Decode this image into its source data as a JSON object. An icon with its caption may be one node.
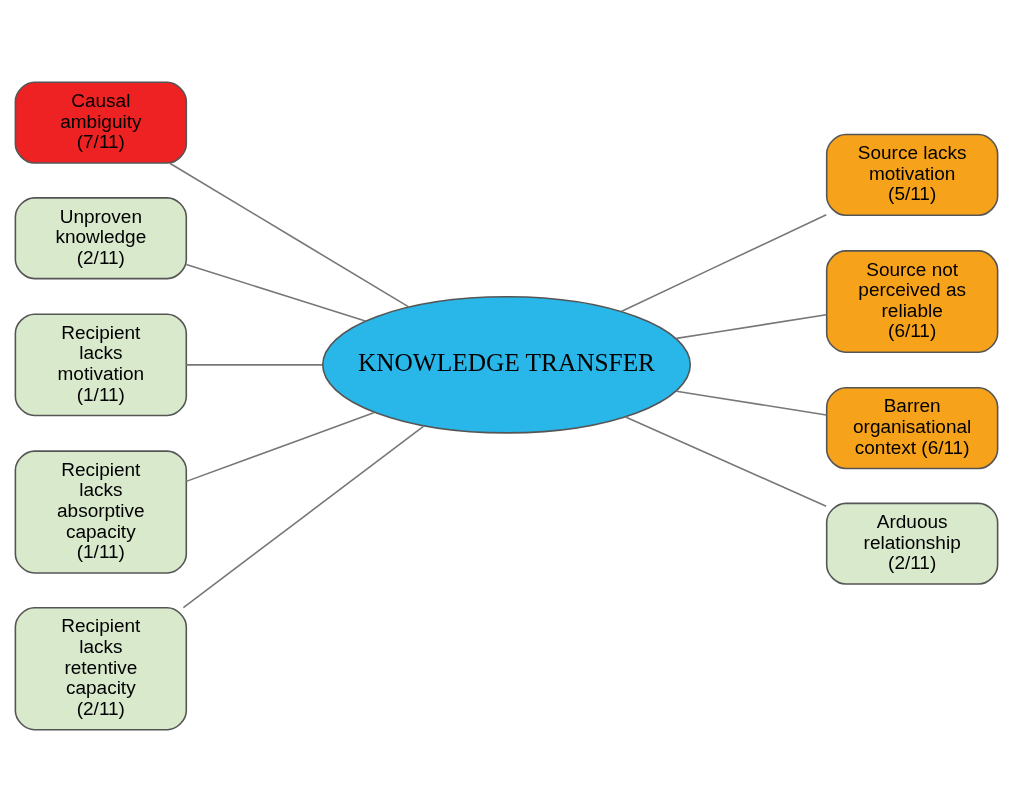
{
  "diagram": {
    "nodes": [
      {
        "text": [
          "KNOWLEDGE TRANSFER"
        ]
      },
      {
        "text": [
          "Causal ambiguity (7/11)"
        ]
      },
      {
        "text": [
          "Unproven knowledge (2/11)"
        ]
      },
      {
        "text": [
          "Recipient lacks motivation (1/11)"
        ]
      },
      {
        "text": [
          "Recipient lacks absorptive capacity (1/11)"
        ]
      },
      {
        "text": [
          "Recipient lacks retentive capacity (2/11)"
        ]
      },
      {
        "text": [
          "Source lacks motivation (5/11)"
        ]
      },
      {
        "text": [
          "Source not perceived as reliable (6/11)"
        ]
      },
      {
        "text": [
          "Barren organisational context (6/11)"
        ]
      },
      {
        "text": [
          "Arduous relationship (2/11)"
        ]
      }
    ],
    "edges": [
      {
        "from": 1,
        "to": 0,
        "arrow": "none"
      },
      {
        "from": 2,
        "to": 0,
        "arrow": "none"
      },
      {
        "from": 3,
        "to": 0,
        "arrow": "none"
      },
      {
        "from": 4,
        "to": 0,
        "arrow": "none"
      },
      {
        "from": 5,
        "to": 0,
        "arrow": "none"
      },
      {
        "from": 0,
        "to": 6,
        "arrow": "none"
      },
      {
        "from": 0,
        "to": 7,
        "arrow": "none"
      },
      {
        "from": 0,
        "to": 8,
        "arrow": "none"
      },
      {
        "from": 0,
        "to": 9,
        "arrow": "none"
      }
    ]
  }
}
